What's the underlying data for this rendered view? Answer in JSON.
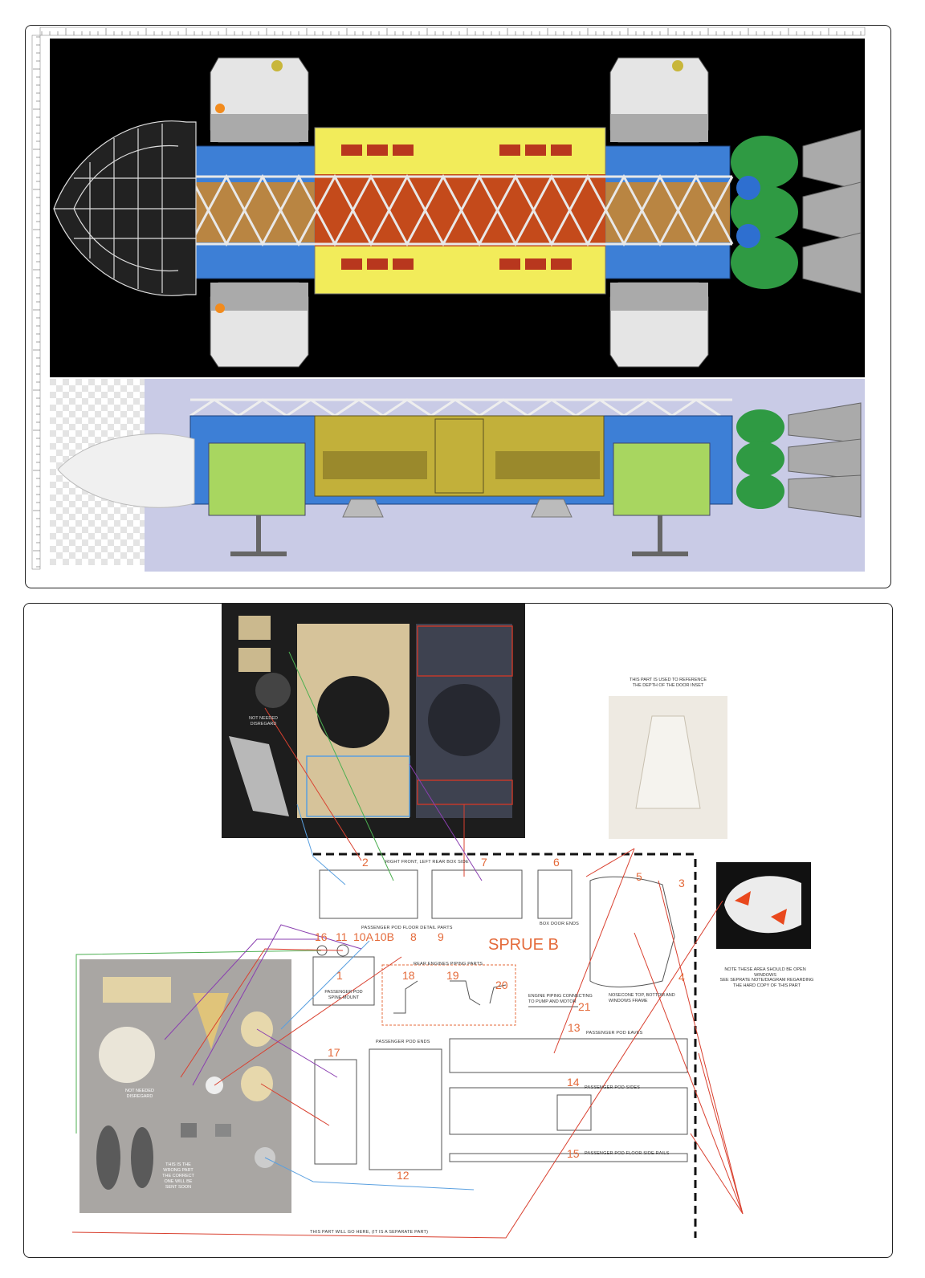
{
  "sprue_title": "SPRUE B",
  "part_numbers": {
    "p1": "1",
    "p2": "2",
    "p3": "3",
    "p4": "4",
    "p5": "5",
    "p6": "6",
    "p7": "7",
    "p8": "8",
    "p9": "9",
    "p10a": "10A",
    "p10b": "10B",
    "p11": "11",
    "p12": "12",
    "p13": "13",
    "p14": "14",
    "p15": "15",
    "p16": "16",
    "p17": "17",
    "p18": "18",
    "p19": "19",
    "p20": "20",
    "p21": "21"
  },
  "captions": {
    "right_front_left_rear": "RIGHT FRONT, LEFT REAR BOX SIDE",
    "box_door_ends": "BOX DOOR ENDS",
    "floor_detail": "PASSENGER POD FLOOR DETAIL PARTS",
    "rear_engines_piping": "REAR ENGINES PIPING PARTS",
    "spine_mount": "PASSENGER POD SPINE MOUNT",
    "engine_piping": "ENGINE PIPING CONNECTING TO PUMP AND MOTOR",
    "nosecone": "NOSECONE TOP, BOTTOM AND WINDOWS FRAME",
    "pod_ends": "PASSENGER POD ENDS",
    "pod_eaves": "PASSENGER POD EAVES",
    "pod_sides": "PASSENGER POD SIDES",
    "pod_floor_rails": "PASSENGER POD FLOOR SIDE RAILS",
    "separate_part": "THIS PART WILL GO HERE, (IT IS A SEPARATE PART)"
  },
  "notes": {
    "door_inset": "THIS PART IS USED TO REFERENCE THE DEPTH OF THE DOOR INSET",
    "open_windows": "NOTE THESE AREA SHOULD BE OPEN WINDOWS",
    "see_separate": "SEE SEPRATE NOTE/DIAGRAM REGARDING THE HARD COPY OF THIS PART",
    "not_needed_1": "NOT NEEDED DISREGARD",
    "not_needed_2": "NOT NEEDED DISREGARD",
    "wrong_part": "THIS IS THE WRONG PART THE CORRECT ONE WILL BE SENT SOON"
  },
  "colors": {
    "annotation_orange": "#e46a3a",
    "hull_yellow": "#f2ec5a",
    "frame_blue": "#3d7fd6",
    "tank_green": "#2f9a43",
    "pod_white": "#e8e8e8",
    "side_bg": "#c9cbe6",
    "photo_dark": "#1d1d1d",
    "photo_grey": "#a9a6a3",
    "line_red": "#d9402f",
    "line_green": "#4caf50",
    "line_purple": "#8a3fb0",
    "line_blue": "#5aa0e0"
  }
}
